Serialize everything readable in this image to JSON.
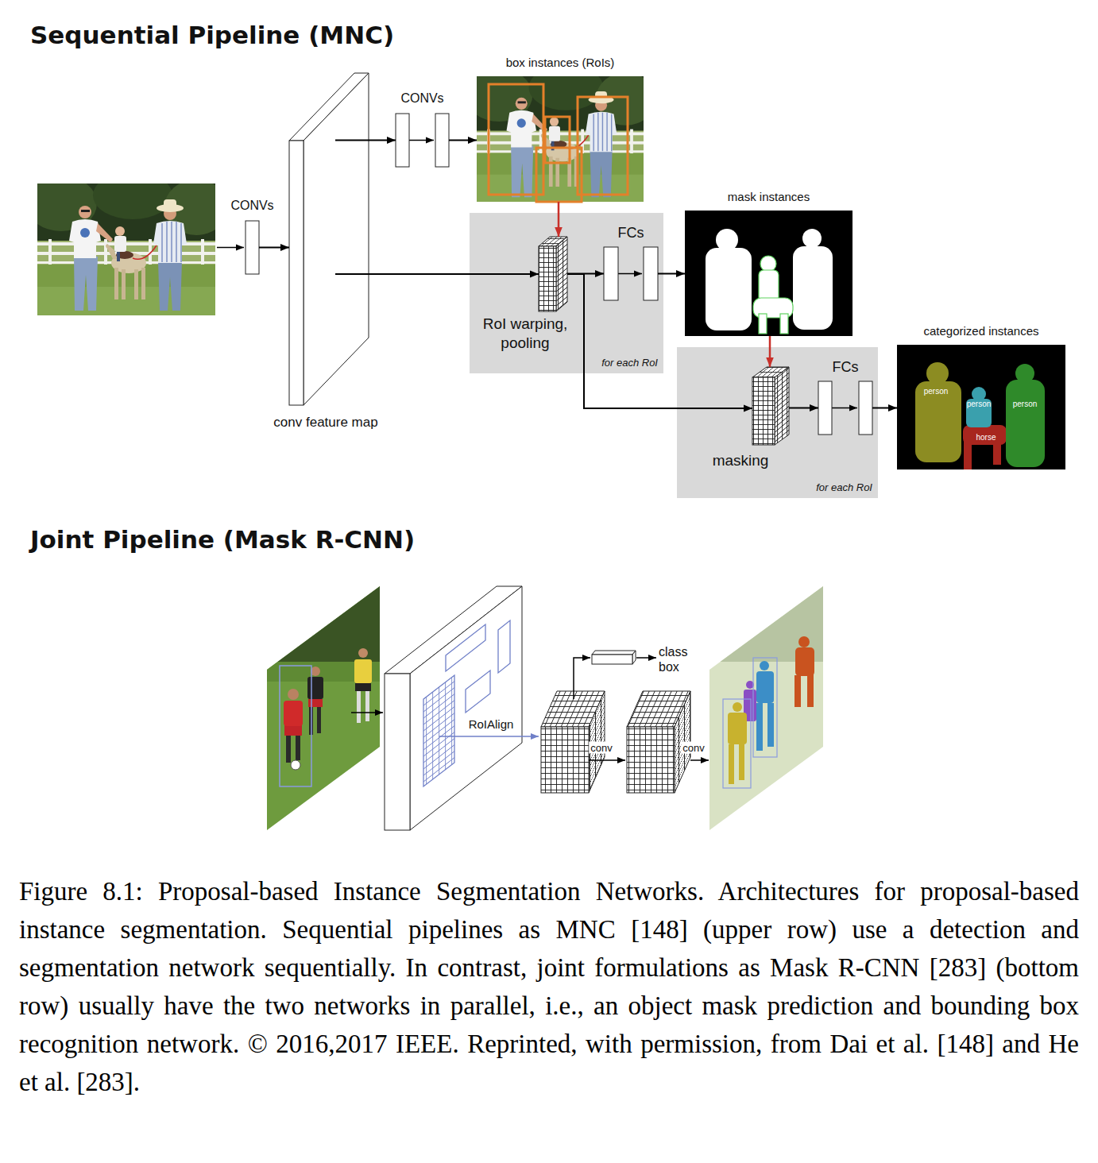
{
  "diagram": {
    "caption": "Figure 8.1: Proposal-based Instance Segmentation Networks. Architectures for proposal-based instance segmentation. Sequential pipelines as MNC [148] (upper row) use a detection and segmentation network sequentially. In contrast, joint formulations as Mask R-CNN [283] (bottom row) usually have the two networks in parallel, i.e., an object mask prediction and bounding box recognition network. © 2016,2017 IEEE. Reprinted, with permission, from Dai et al. [148] and He et al. [283].",
    "nodes": [
      {
        "text": [
          "CONVs"
        ]
      },
      {
        "text": [
          "conv feature map"
        ]
      },
      {
        "text": [
          "CONVs"
        ]
      },
      {
        "text": [
          "box instances (RoIs)"
        ]
      },
      {
        "text": [
          "for each RoI"
        ]
      },
      {
        "text": [
          "RoI warping, pooling"
        ],
        "in": 4
      },
      {
        "text": [
          "FCs"
        ],
        "in": 4
      },
      {
        "text": [
          "mask instances"
        ]
      },
      {
        "text": [
          "for each RoI"
        ]
      },
      {
        "text": [
          "masking"
        ],
        "in": 8
      },
      {
        "text": [
          "FCs"
        ],
        "in": 8
      },
      {
        "text": [
          "categorized instances"
        ]
      }
    ],
    "edges": [
      {
        "from": 0,
        "to": 1,
        "arrow": "to"
      },
      {
        "from": 1,
        "to": 2,
        "arrow": "to"
      },
      {
        "from": 2,
        "to": 3,
        "arrow": "to"
      },
      {
        "from": 1,
        "to": 5,
        "arrow": "to"
      },
      {
        "from": 3,
        "to": 5,
        "arrow": "to"
      },
      {
        "from": 5,
        "to": 6,
        "arrow": "to"
      },
      {
        "from": 6,
        "to": 7,
        "arrow": "to"
      },
      {
        "from": 5,
        "to": 9,
        "arrow": "to"
      },
      {
        "from": 7,
        "to": 9,
        "arrow": "to"
      },
      {
        "from": 9,
        "to": 10,
        "arrow": "to"
      },
      {
        "from": 10,
        "to": 11,
        "arrow": "to"
      }
    ],
    "labels": [
      "Sequential Pipeline (MNC)",
      "person",
      "person",
      "person",
      "horse",
      "Joint Pipeline (Mask R-CNN)",
      "RoIAlign",
      "class box",
      "conv",
      "conv"
    ]
  }
}
